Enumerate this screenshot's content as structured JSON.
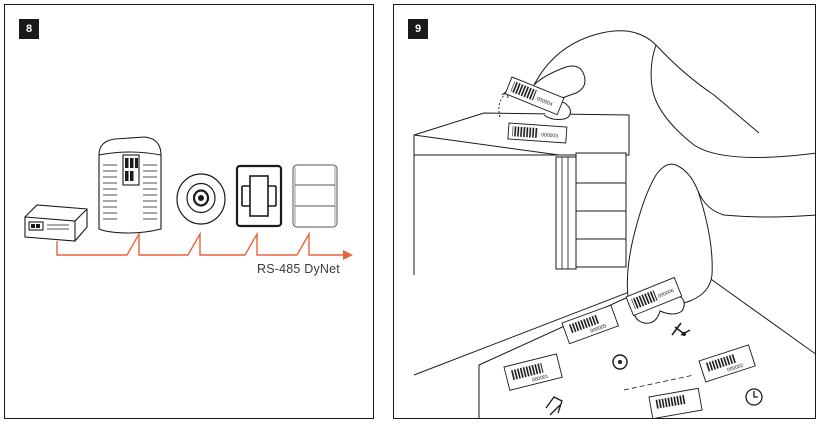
{
  "panels": [
    {
      "step": "8",
      "bus_label": "RS-485 DyNet"
    },
    {
      "step": "9",
      "label_numbers": [
        "000003",
        "000004",
        "000005",
        "000002",
        "000001",
        "000006"
      ]
    }
  ],
  "colors": {
    "bus_line": "#e8643a",
    "stroke": "#1a1a1a",
    "badge_bg": "#1a1a1a",
    "background": "#ffffff"
  },
  "icons": [
    "network-gateway-icon",
    "dimmer-controller-icon",
    "ceiling-sensor-icon",
    "wall-panel-icon",
    "keypad-icon",
    "hand-icon",
    "barcode-label-icon"
  ]
}
